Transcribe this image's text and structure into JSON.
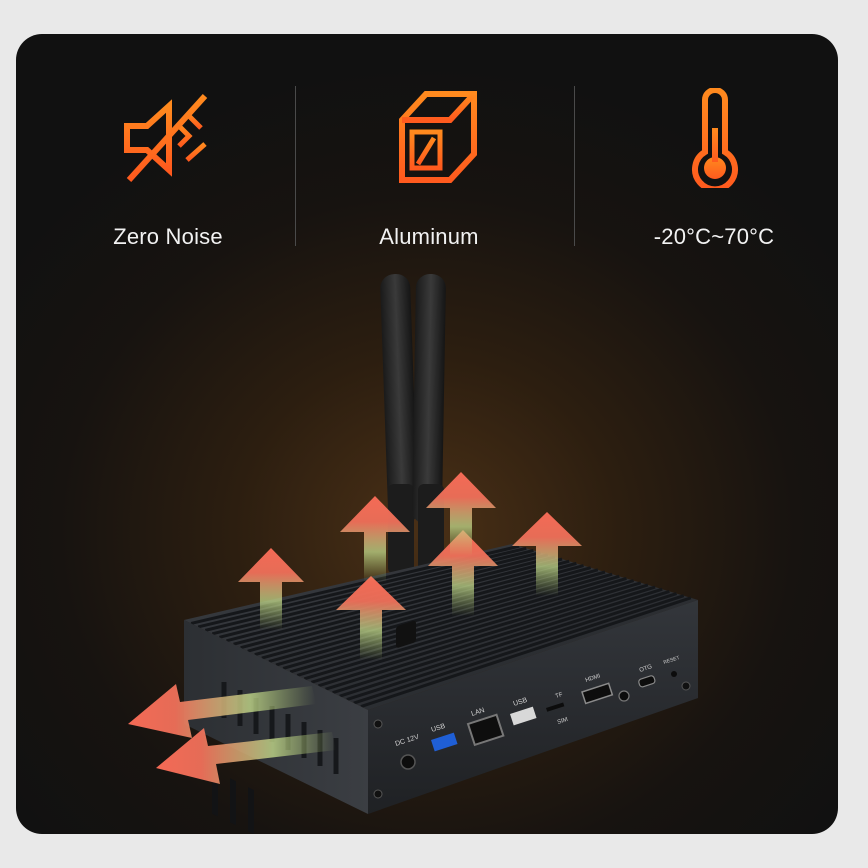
{
  "features": [
    {
      "icon": "mute-speaker-icon",
      "label": "Zero Noise"
    },
    {
      "icon": "aluminum-profile-icon",
      "label": "Aluminum"
    },
    {
      "icon": "thermometer-icon",
      "label": "-20°C~70°C"
    }
  ],
  "ports": {
    "dc": "DC 12V",
    "usb3": "USB",
    "lan": "LAN",
    "usb2": "USB",
    "tf": "TF",
    "sim": "SIM",
    "hdmi": "HDMI",
    "otg": "OTG",
    "reset": "RESET"
  },
  "colors": {
    "accent": "#ff7a1a",
    "heat_arrow": "#f0705a",
    "airflow": "#c7d98a",
    "device": "#2a2d31"
  }
}
